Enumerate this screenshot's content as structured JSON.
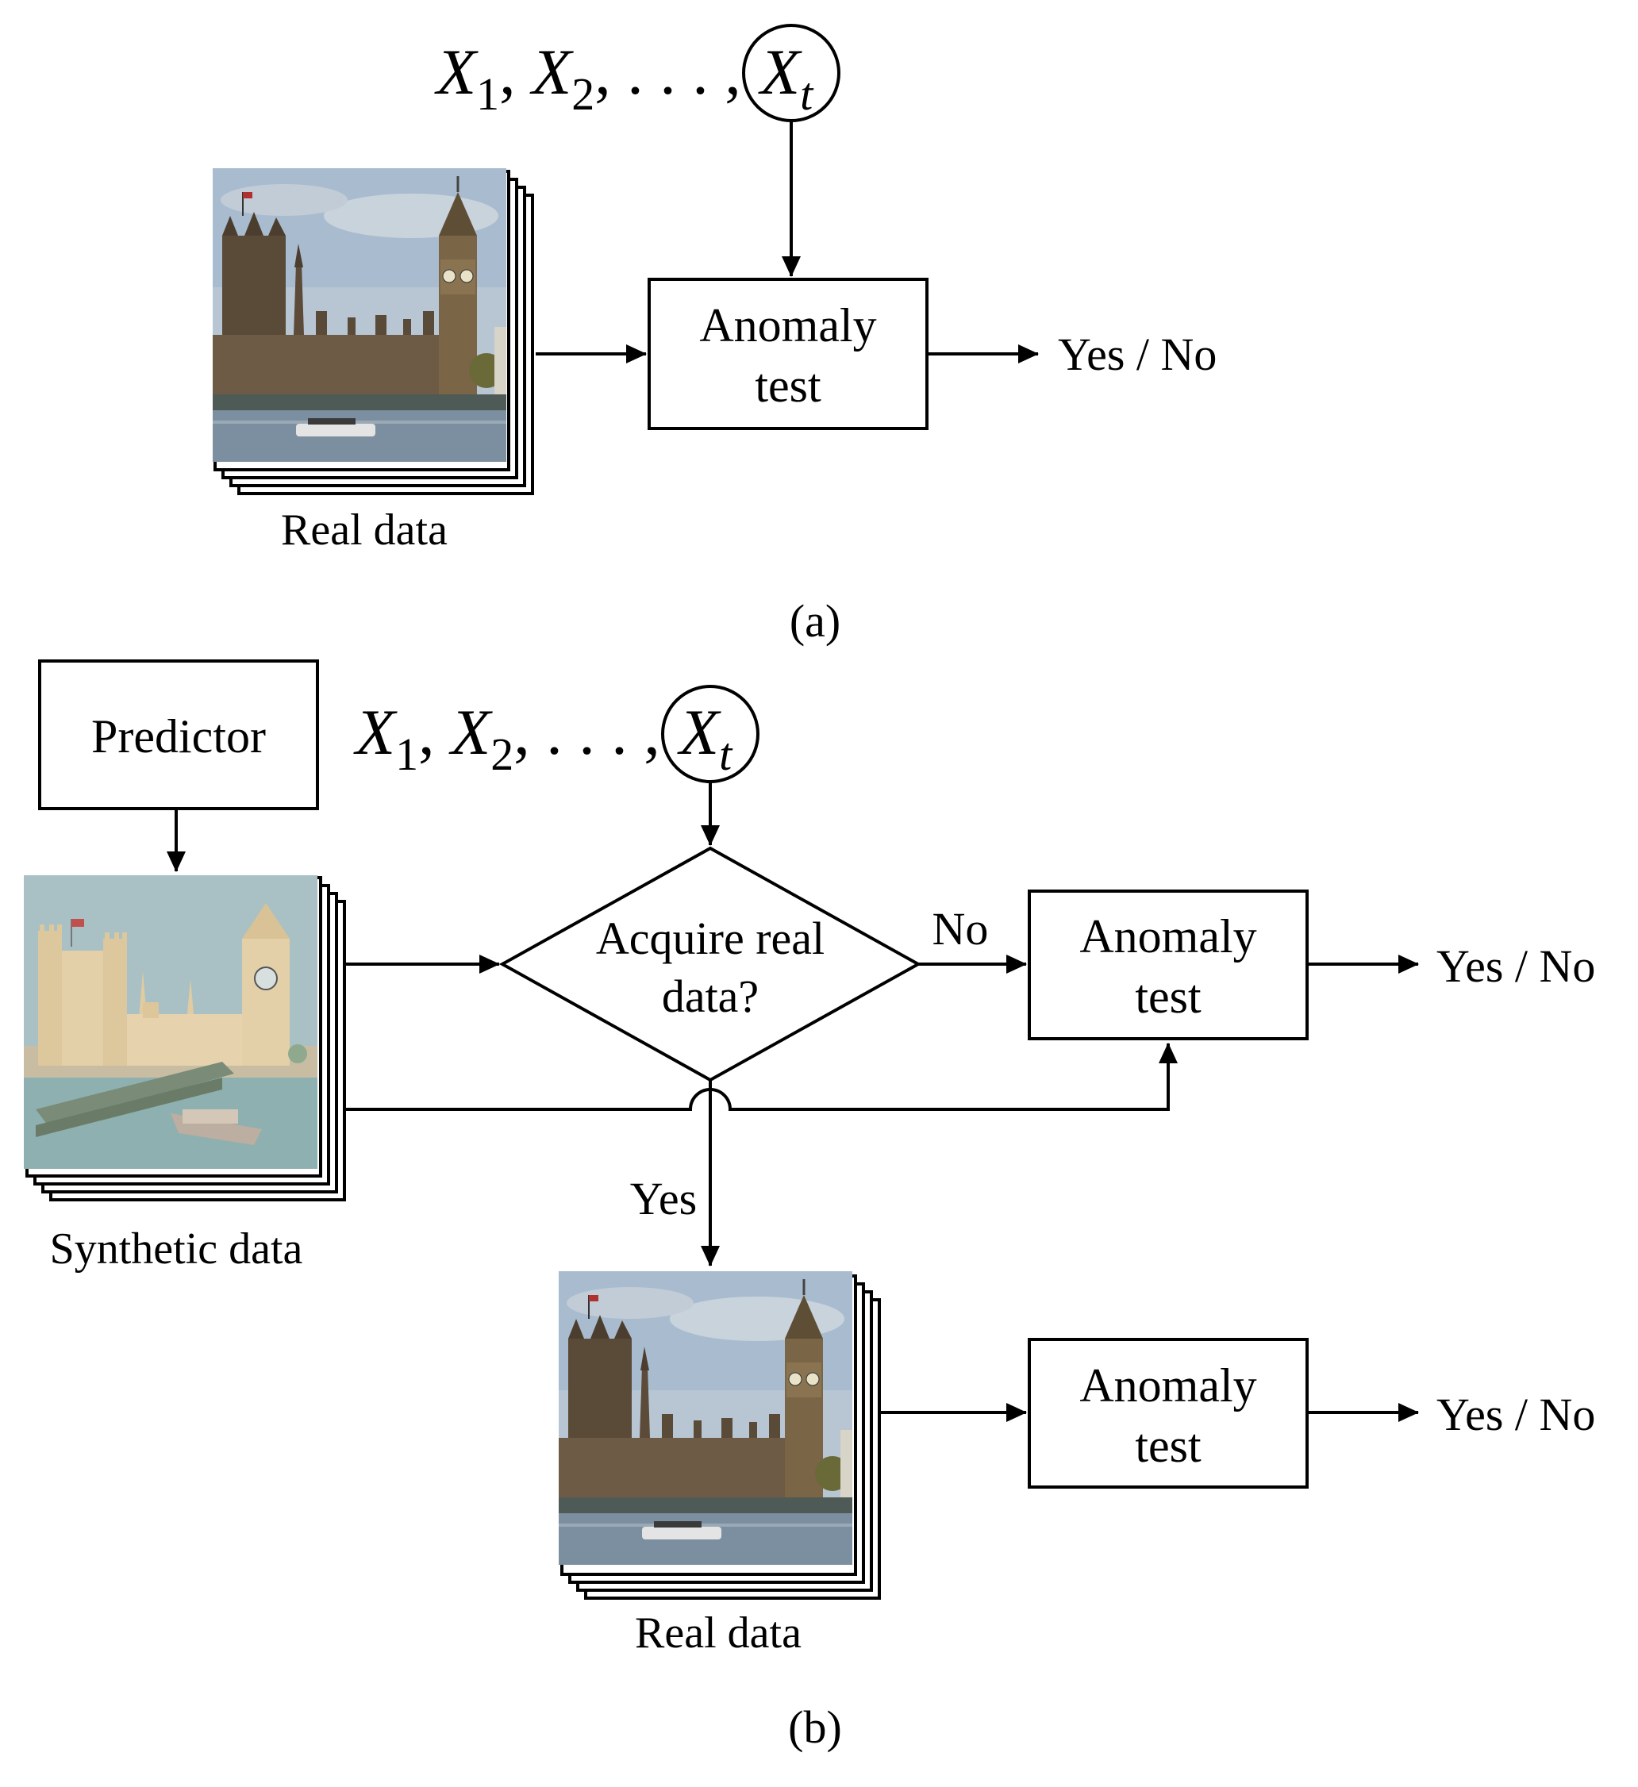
{
  "panel_a": {
    "seq": {
      "x1": "X",
      "s1": "1",
      "x2": "X",
      "s2": "2",
      "ellipsis": ", . . . ,",
      "xt": "X",
      "st": "t"
    },
    "anomaly_test": {
      "line1": "Anomaly",
      "line2": "test"
    },
    "output": "Yes / No",
    "real_data_label": "Real data",
    "caption": "(a)"
  },
  "panel_b": {
    "predictor": "Predictor",
    "seq": {
      "x1": "X",
      "s1": "1",
      "x2": "X",
      "s2": "2",
      "ellipsis": ", . . . ,",
      "xt": "X",
      "st": "t"
    },
    "decision": {
      "line1": "Acquire real",
      "line2": "data?"
    },
    "no_label": "No",
    "yes_label": "Yes",
    "anomaly_test_top": {
      "line1": "Anomaly",
      "line2": "test"
    },
    "anomaly_test_bottom": {
      "line1": "Anomaly",
      "line2": "test"
    },
    "output_top": "Yes / No",
    "output_bottom": "Yes / No",
    "synthetic_data_label": "Synthetic data",
    "real_data_label": "Real data",
    "caption": "(b)"
  },
  "colors": {
    "sky": "#9fb3c8",
    "building": "#6b5a45",
    "water": "#7a8c9a",
    "synthetic_bg": "#a9c0c4",
    "synthetic_building": "#e3cfa8",
    "synthetic_water": "#8fb0b0"
  }
}
